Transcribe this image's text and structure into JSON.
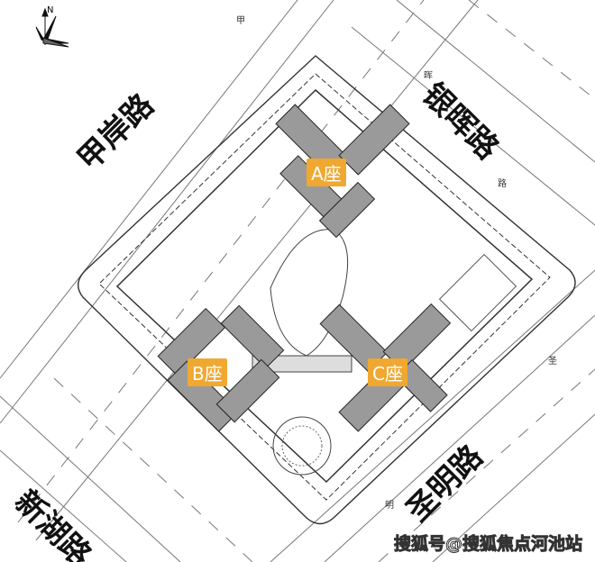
{
  "compass": {
    "north_label": "N"
  },
  "roads": {
    "top_left": "甲岸路",
    "top_right": "银晖路",
    "bottom_right": "圣明路",
    "bottom_left": "新湖路"
  },
  "road_marks": {
    "top": "甲",
    "right_upper": "晖",
    "right_mid": "路",
    "right_lower": "圣",
    "bottom": "明"
  },
  "buildings": [
    {
      "label": "A座"
    },
    {
      "label": "B座"
    },
    {
      "label": "C座"
    }
  ],
  "colors": {
    "building": "#999999",
    "label_bg": "#f0a830",
    "line": "#555555"
  },
  "watermark": "搜狐号@搜狐焦点河池站"
}
